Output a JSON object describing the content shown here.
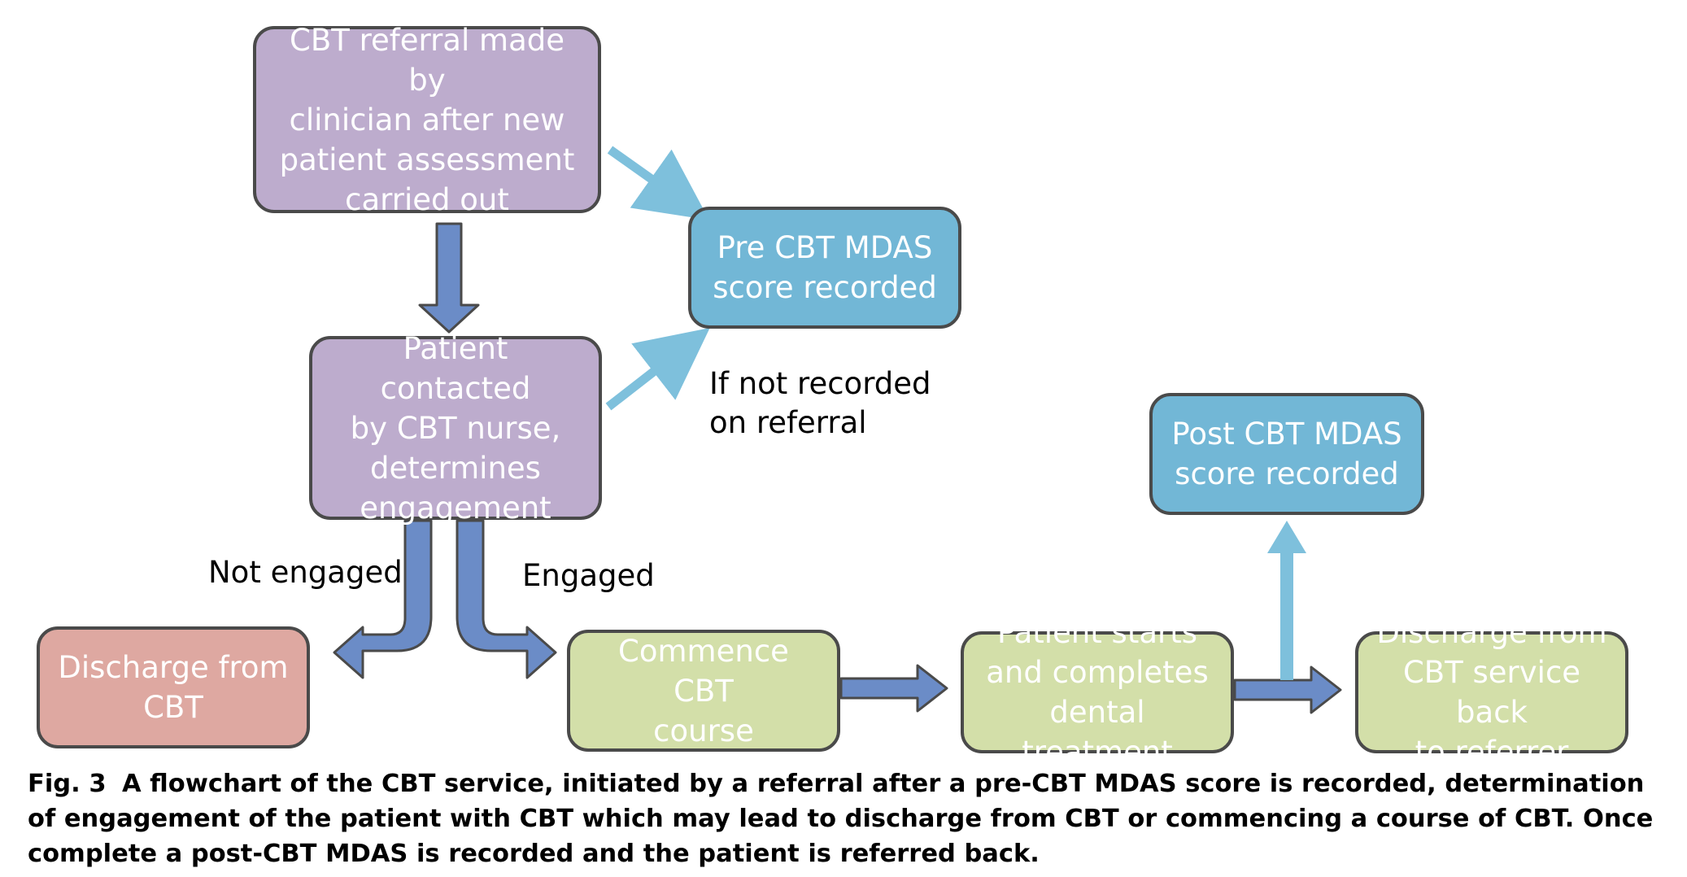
{
  "nodes": {
    "referral": "CBT referral made by\nclinician after new\npatient assessment\ncarried out",
    "pre_mdas": "Pre CBT MDAS\nscore recorded",
    "contacted": "Patient contacted\nby CBT nurse,\ndetermines\nengagement",
    "discharge_cbt": "Discharge from\nCBT",
    "commence": "Commence CBT\ncourse",
    "dental": "Patient starts\nand completes\ndental treatment",
    "discharge_referrer": "Discharge from\nCBT service back\nto referrer",
    "post_mdas": "Post CBT MDAS\nscore recorded"
  },
  "labels": {
    "if_not_recorded": "If not recorded\non referral",
    "not_engaged": "Not engaged",
    "engaged": "Engaged"
  },
  "caption": {
    "fig": "Fig. 3",
    "text": "A flowchart of the CBT service, initiated by a referral after a pre-CBT MDAS score is recorded, determination of engagement of the patient with CBT which may lead to discharge from CBT or commencing a course of CBT.  Once complete a post-CBT MDAS is recorded and the patient is referred back."
  },
  "colors": {
    "purple_box": "#bdaccd",
    "blue_box": "#72b7d6",
    "pink_box": "#dea8a1",
    "green_box": "#d3dfa9",
    "dark_arrow": "#6b8cc7",
    "light_arrow": "#7ec0dc",
    "border": "#4a4a4a"
  }
}
